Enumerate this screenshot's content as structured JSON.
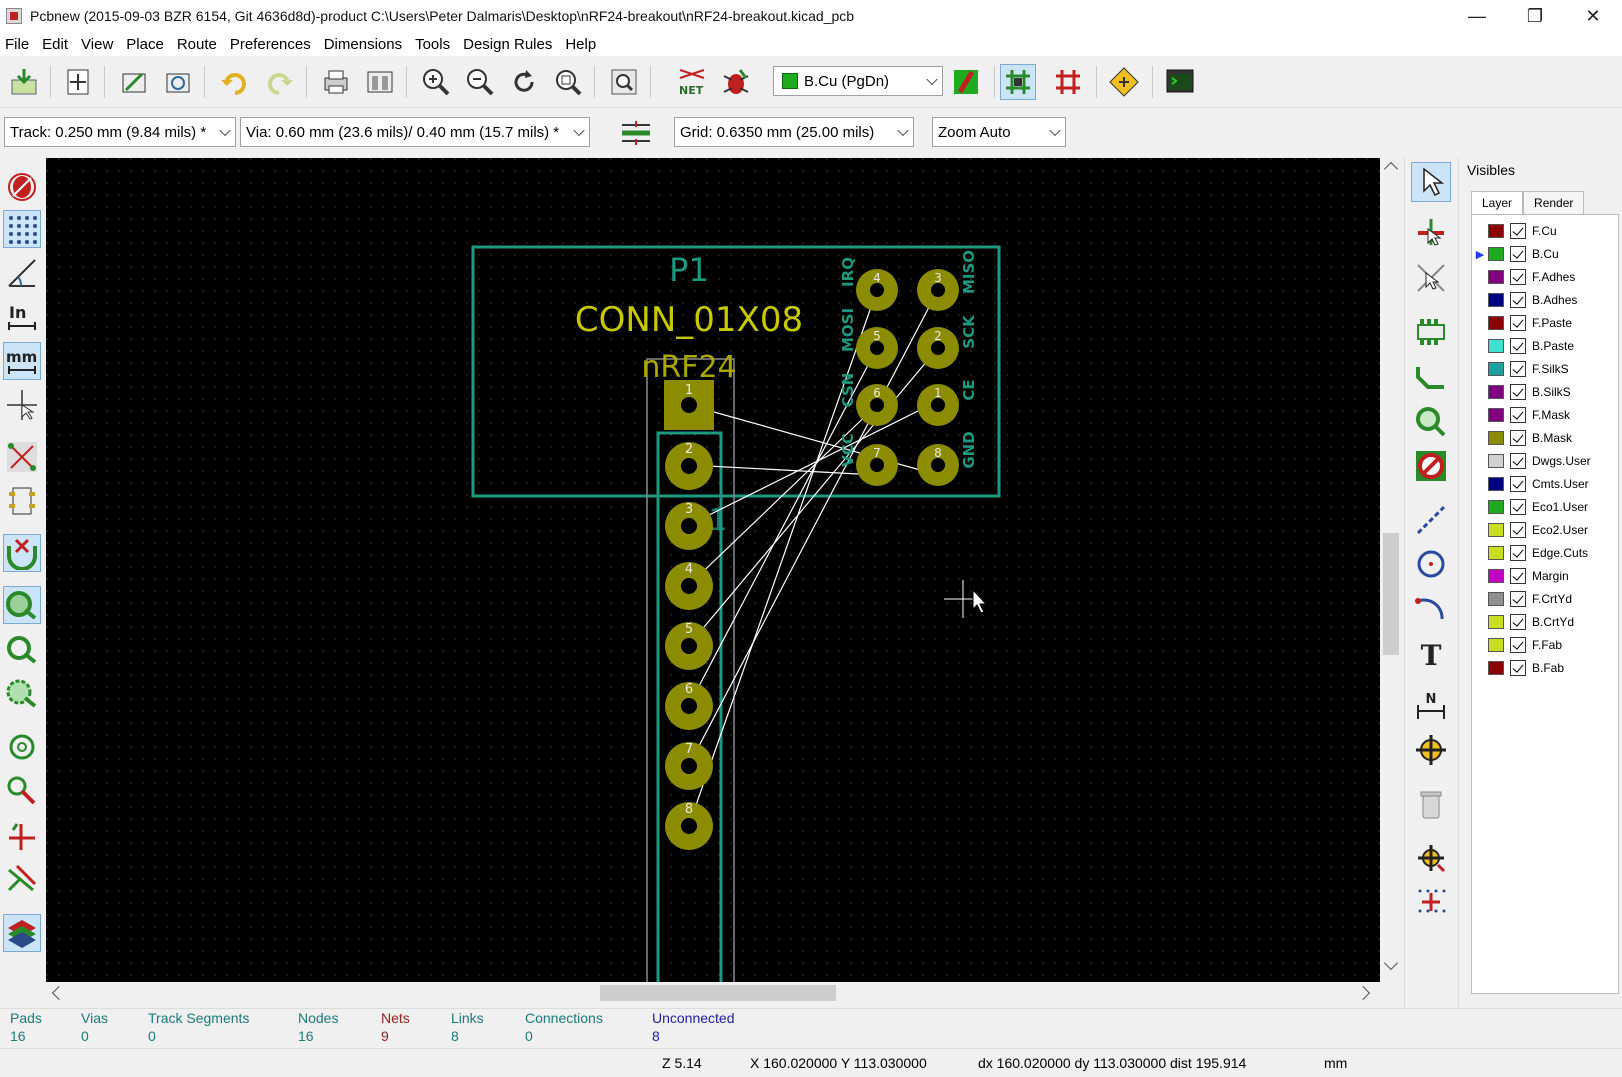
{
  "window": {
    "title": "Pcbnew (2015-09-03 BZR 6154, Git 4636d8d)-product C:\\Users\\Peter Dalmaris\\Desktop\\nRF24-breakout\\nRF24-breakout.kicad_pcb",
    "minimize": "—",
    "maximize": "❐",
    "close": "✕"
  },
  "menu": [
    "File",
    "Edit",
    "View",
    "Place",
    "Route",
    "Preferences",
    "Dimensions",
    "Tools",
    "Design Rules",
    "Help"
  ],
  "toolbar": {
    "active_layer": "B.Cu (PgDn)",
    "active_layer_color": "#1faa1f"
  },
  "toolbar2": {
    "track": "Track: 0.250 mm (9.84 mils) *",
    "via": "Via: 0.60 mm (23.6 mils)/ 0.40 mm (15.7 mils) *",
    "grid": "Grid: 0.6350 mm (25.00 mils)",
    "zoom": "Zoom Auto"
  },
  "board": {
    "footprint_ref": "P1",
    "footprint_value": "CONN_01X08",
    "footprint_name": "nRF24",
    "u1_label": "U1",
    "colors": {
      "background": "#000000",
      "silk": "#c8c800",
      "outline": "#1c9a80",
      "pad": "#8c8c00",
      "ratsnest": "#ffffff"
    },
    "header_pads": [
      "1",
      "2",
      "3",
      "4",
      "5",
      "6",
      "7",
      "8"
    ],
    "module_pads": [
      "4",
      "3",
      "5",
      "2",
      "6",
      "1",
      "7",
      "8"
    ],
    "pin_labels": [
      "IRQ",
      "MISO",
      "MOSI",
      "SCK",
      "CSN",
      "CE",
      "VCC",
      "GND"
    ]
  },
  "visibles": {
    "title": "Visibles",
    "tabs": [
      "Layer",
      "Render"
    ],
    "layers": [
      {
        "name": "F.Cu",
        "color": "#8b0000"
      },
      {
        "name": "B.Cu",
        "color": "#1faa1f"
      },
      {
        "name": "F.Adhes",
        "color": "#800080"
      },
      {
        "name": "B.Adhes",
        "color": "#000080"
      },
      {
        "name": "F.Paste",
        "color": "#8b0000"
      },
      {
        "name": "B.Paste",
        "color": "#40e0d0"
      },
      {
        "name": "F.SilkS",
        "color": "#20a0a0"
      },
      {
        "name": "B.SilkS",
        "color": "#800080"
      },
      {
        "name": "F.Mask",
        "color": "#800080"
      },
      {
        "name": "B.Mask",
        "color": "#8c8c00"
      },
      {
        "name": "Dwgs.User",
        "color": "#d0d0d0"
      },
      {
        "name": "Cmts.User",
        "color": "#000080"
      },
      {
        "name": "Eco1.User",
        "color": "#1faa1f"
      },
      {
        "name": "Eco2.User",
        "color": "#c8dc20"
      },
      {
        "name": "Edge.Cuts",
        "color": "#c8dc20"
      },
      {
        "name": "Margin",
        "color": "#c000c0"
      },
      {
        "name": "F.CrtYd",
        "color": "#909090"
      },
      {
        "name": "B.CrtYd",
        "color": "#c8dc20"
      },
      {
        "name": "F.Fab",
        "color": "#c8dc20"
      },
      {
        "name": "B.Fab",
        "color": "#8b0000"
      }
    ]
  },
  "stats": [
    {
      "label": "Pads",
      "value": "16",
      "color": "#1a7a7a"
    },
    {
      "label": "Vias",
      "value": "0",
      "color": "#1a7a7a"
    },
    {
      "label": "Track Segments",
      "value": "0",
      "color": "#1a7a7a"
    },
    {
      "label": "Nodes",
      "value": "16",
      "color": "#1a7a7a"
    },
    {
      "label": "Nets",
      "value": "9",
      "color": "#9a2020"
    },
    {
      "label": "Links",
      "value": "8",
      "color": "#1a7a7a"
    },
    {
      "label": "Connections",
      "value": "0",
      "color": "#1a7a7a"
    },
    {
      "label": "Unconnected",
      "value": "8",
      "color": "#2020a0"
    }
  ],
  "status": {
    "zoom": "Z 5.14",
    "xy": "X 160.020000  Y 113.030000",
    "delta": "dx 160.020000  dy 113.030000  dist 195.914",
    "units": "mm"
  }
}
